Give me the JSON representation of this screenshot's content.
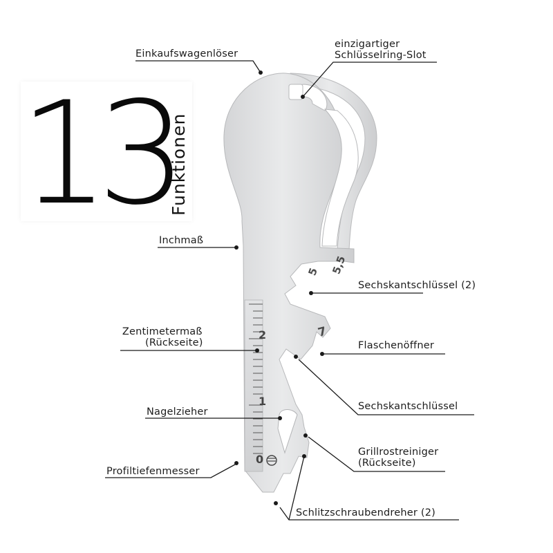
{
  "headline": {
    "number": "13",
    "word": "Funktionen"
  },
  "tool": {
    "ruler_cm": [
      "0",
      "1",
      "2"
    ],
    "hex_sizes": [
      "5",
      "5,5",
      "7"
    ]
  },
  "labels": {
    "einkaufswagen": "Einkaufswagenlöser",
    "ring_slot_line1": "einzigartiger",
    "ring_slot_line2": "Schlüsselring-Slot",
    "inchmass": "Inchmaß",
    "sechskant2": "Sechskantschlüssel (2)",
    "zentimeter_line1": "Zentimetermaß",
    "zentimeter_line2": "(Rückseite)",
    "flaschenoeffner": "Flaschenöffner",
    "sechskant": "Sechskantschlüssel",
    "nagelzieher": "Nagelzieher",
    "grill_line1": "Grillrostreiniger",
    "grill_line2": "(Rückseite)",
    "profiltiefe": "Profiltiefenmesser",
    "schlitz": "Schlitzschraubendreher (2)"
  }
}
